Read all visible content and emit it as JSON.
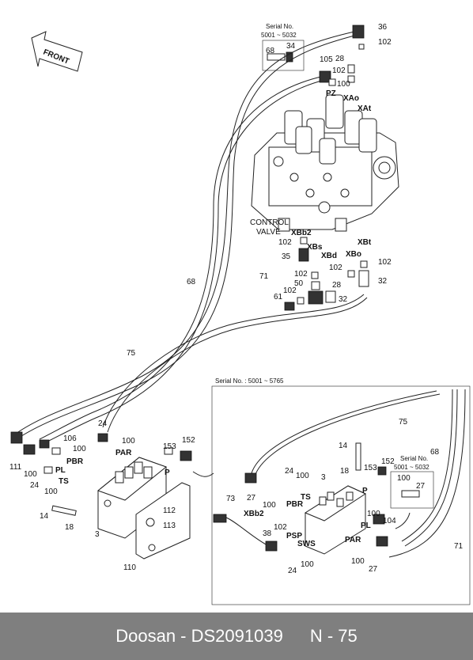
{
  "footer": {
    "brand": "Doosan - DS2091039",
    "page": "N - 75"
  },
  "front_label": "FRONT",
  "serial_top": {
    "line1": "Serial No.",
    "line2": "5001 ~ 5032"
  },
  "serial_inset": "Serial No. : 5001 ~ 5765",
  "serial_inset_small": {
    "line1": "Serial No.",
    "line2": "5001 ~ 5032"
  },
  "control_valve": {
    "line1": "CONTROL",
    "line2": "VALVE"
  },
  "labels": {
    "n36": "36",
    "n102a": "102",
    "n68a": "68",
    "n34": "34",
    "n105": "105",
    "n28a": "28",
    "n102b": "102",
    "n100a": "100",
    "PZ": "PZ",
    "XAo": "XAo",
    "XAt": "XAt",
    "XBb2a": "XBb2",
    "XBt": "XBt",
    "n102c": "102",
    "XBs": "XBs",
    "n35": "35",
    "XBd": "XBd",
    "XBo": "XBo",
    "n102d": "102",
    "n102e": "102",
    "n102f": "102",
    "n50": "50",
    "n28b": "28",
    "n32a": "32",
    "n61": "61",
    "n102g": "102",
    "n32b": "32",
    "n68b": "68",
    "n71a": "71",
    "n75a": "75",
    "n24a": "24",
    "n106": "106",
    "n100b": "100",
    "n100c": "100",
    "PAR_a": "PAR",
    "n111": "111",
    "PBR_a": "PBR",
    "n153a": "153",
    "n152a": "152",
    "n100d": "100",
    "PL_a": "PL",
    "TS_a": "TS",
    "n24b": "24",
    "n100e": "100",
    "P_a": "P",
    "n14a": "14",
    "n18a": "18",
    "n112": "112",
    "n113": "113",
    "n3a": "3",
    "n110": "110",
    "n75b": "75",
    "n14b": "14",
    "n152b": "152",
    "n153b": "153",
    "n18b": "18",
    "n24c": "24",
    "n100f": "100",
    "n3b": "3",
    "P_b": "P",
    "n68c": "68",
    "n27a": "27",
    "n100g": "100",
    "TS_b": "TS",
    "n73": "73",
    "PBR_b": "PBR",
    "XBb2b": "XBb2",
    "n100h": "100",
    "n27b": "27",
    "n100i": "100",
    "PL_b": "PL",
    "n104": "104",
    "n102h": "102",
    "n38": "38",
    "PSP": "PSP",
    "SWS": "SWS",
    "PAR_b": "PAR",
    "n100j": "100",
    "n27c": "27",
    "n24d": "24",
    "n100k": "100",
    "n71b": "71"
  },
  "colors": {
    "footer_bg": "#7f7f7f",
    "footer_text": "#ffffff",
    "line": "#222222"
  }
}
